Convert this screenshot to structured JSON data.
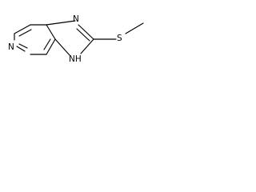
{
  "molecule": {
    "atoms": {
      "pyridine_n": "N",
      "imidazole_n": "N",
      "nh_group": "NH",
      "sulfur": "S"
    }
  },
  "colors": {
    "background": "#ffffff",
    "ink": "#000000"
  }
}
